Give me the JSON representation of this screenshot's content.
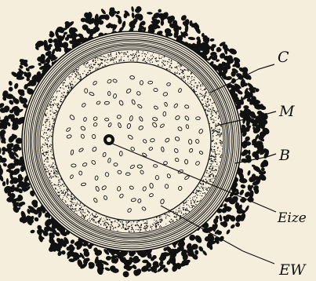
{
  "figure": {
    "background": "#f5eedc",
    "ink": "#111111",
    "labels": {
      "c": "C",
      "m": "M",
      "b": "B",
      "eize": "Eize",
      "ew": "EW"
    }
  }
}
